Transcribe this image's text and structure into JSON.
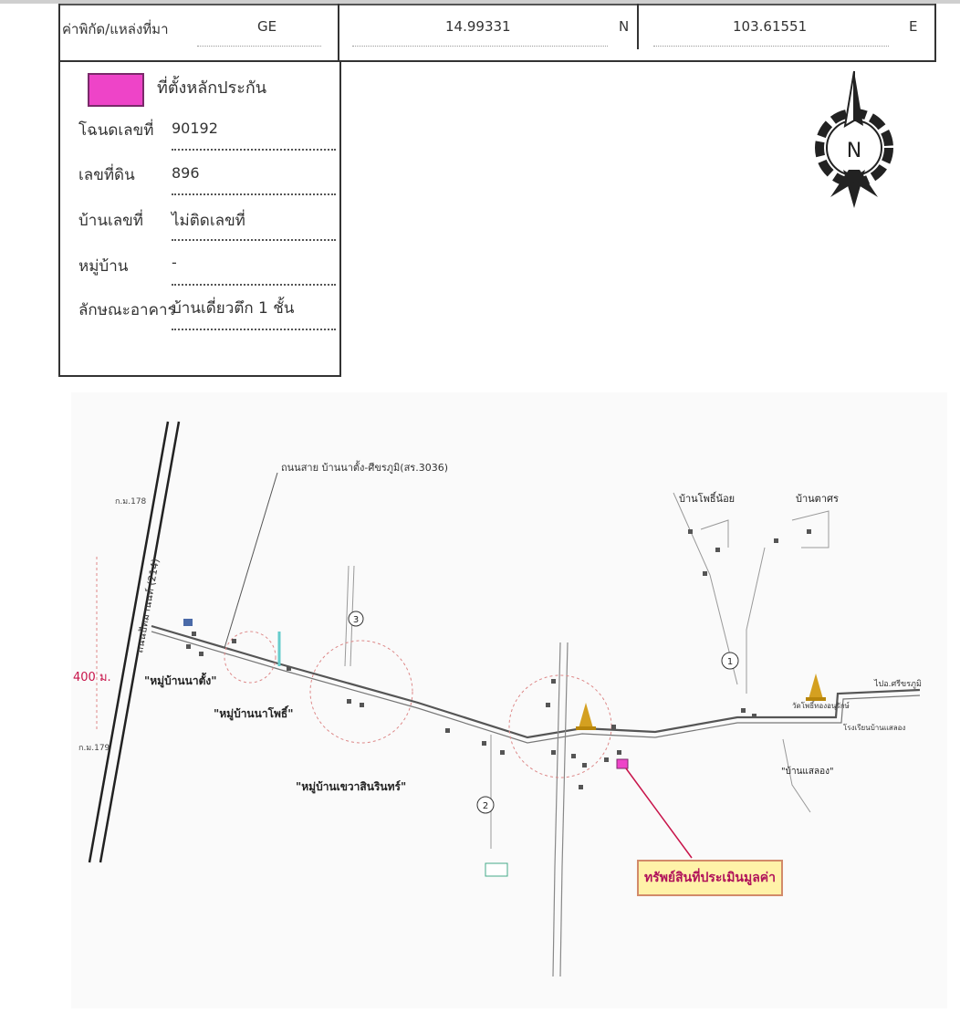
{
  "header": {
    "coord_label": "ค่าพิกัด/แหล่งที่มา",
    "source": "GE",
    "lat_value": "14.99331",
    "lat_dir": "N",
    "lon_value": "103.61551",
    "lon_dir": "E"
  },
  "legend": {
    "label": "ที่ตั้งหลักประกัน",
    "swatch_color": "#ee44c8"
  },
  "details": [
    {
      "label": "โฉนดเลขที่",
      "value": "90192"
    },
    {
      "label": "เลขที่ดิน",
      "value": "896"
    },
    {
      "label": "บ้านเลขที่",
      "value": "ไม่ติดเลขที่"
    },
    {
      "label": "หมู่บ้าน",
      "value": "-"
    },
    {
      "label": "ลักษณะอาคาร",
      "value": "บ้านเดี่ยวตึก 1 ชั้น"
    }
  ],
  "compass": {
    "letter": "N",
    "icon": "north-arrow-icon"
  },
  "map": {
    "road_title": "ถนนสาย บ้านนาตั้ง-ศีขรภูมิ(สร.3036)",
    "highway_label": "ถนนปัทมานนท์ (214)",
    "km_top": "ก.ม.178",
    "km_bottom": "ก.ม.179",
    "distance": "400 ม.",
    "village_1": "\"หมู่บ้านนาตั้ง\"",
    "village_2": "\"หมู่บ้านนาโพธิ์\"",
    "village_3": "\"หมู่บ้านเขวาสินรินทร์\"",
    "village_ne_1": "บ้านโพธิ์น้อย",
    "village_ne_2": "บ้านตาศร",
    "village_se": "\"บ้านแสลอง\"",
    "to_city": "ไปอ.ศรีขรภูมิ",
    "temple": "วัดโพธิ์ทองอนุรักษ์",
    "school": "โรงเรียนบ้านแสลอง",
    "marker_1": "1",
    "marker_2": "2",
    "marker_3": "3",
    "callout": "ทรัพย์สินที่ประเมินมูลค่า",
    "accent_color": "#c8144a"
  }
}
